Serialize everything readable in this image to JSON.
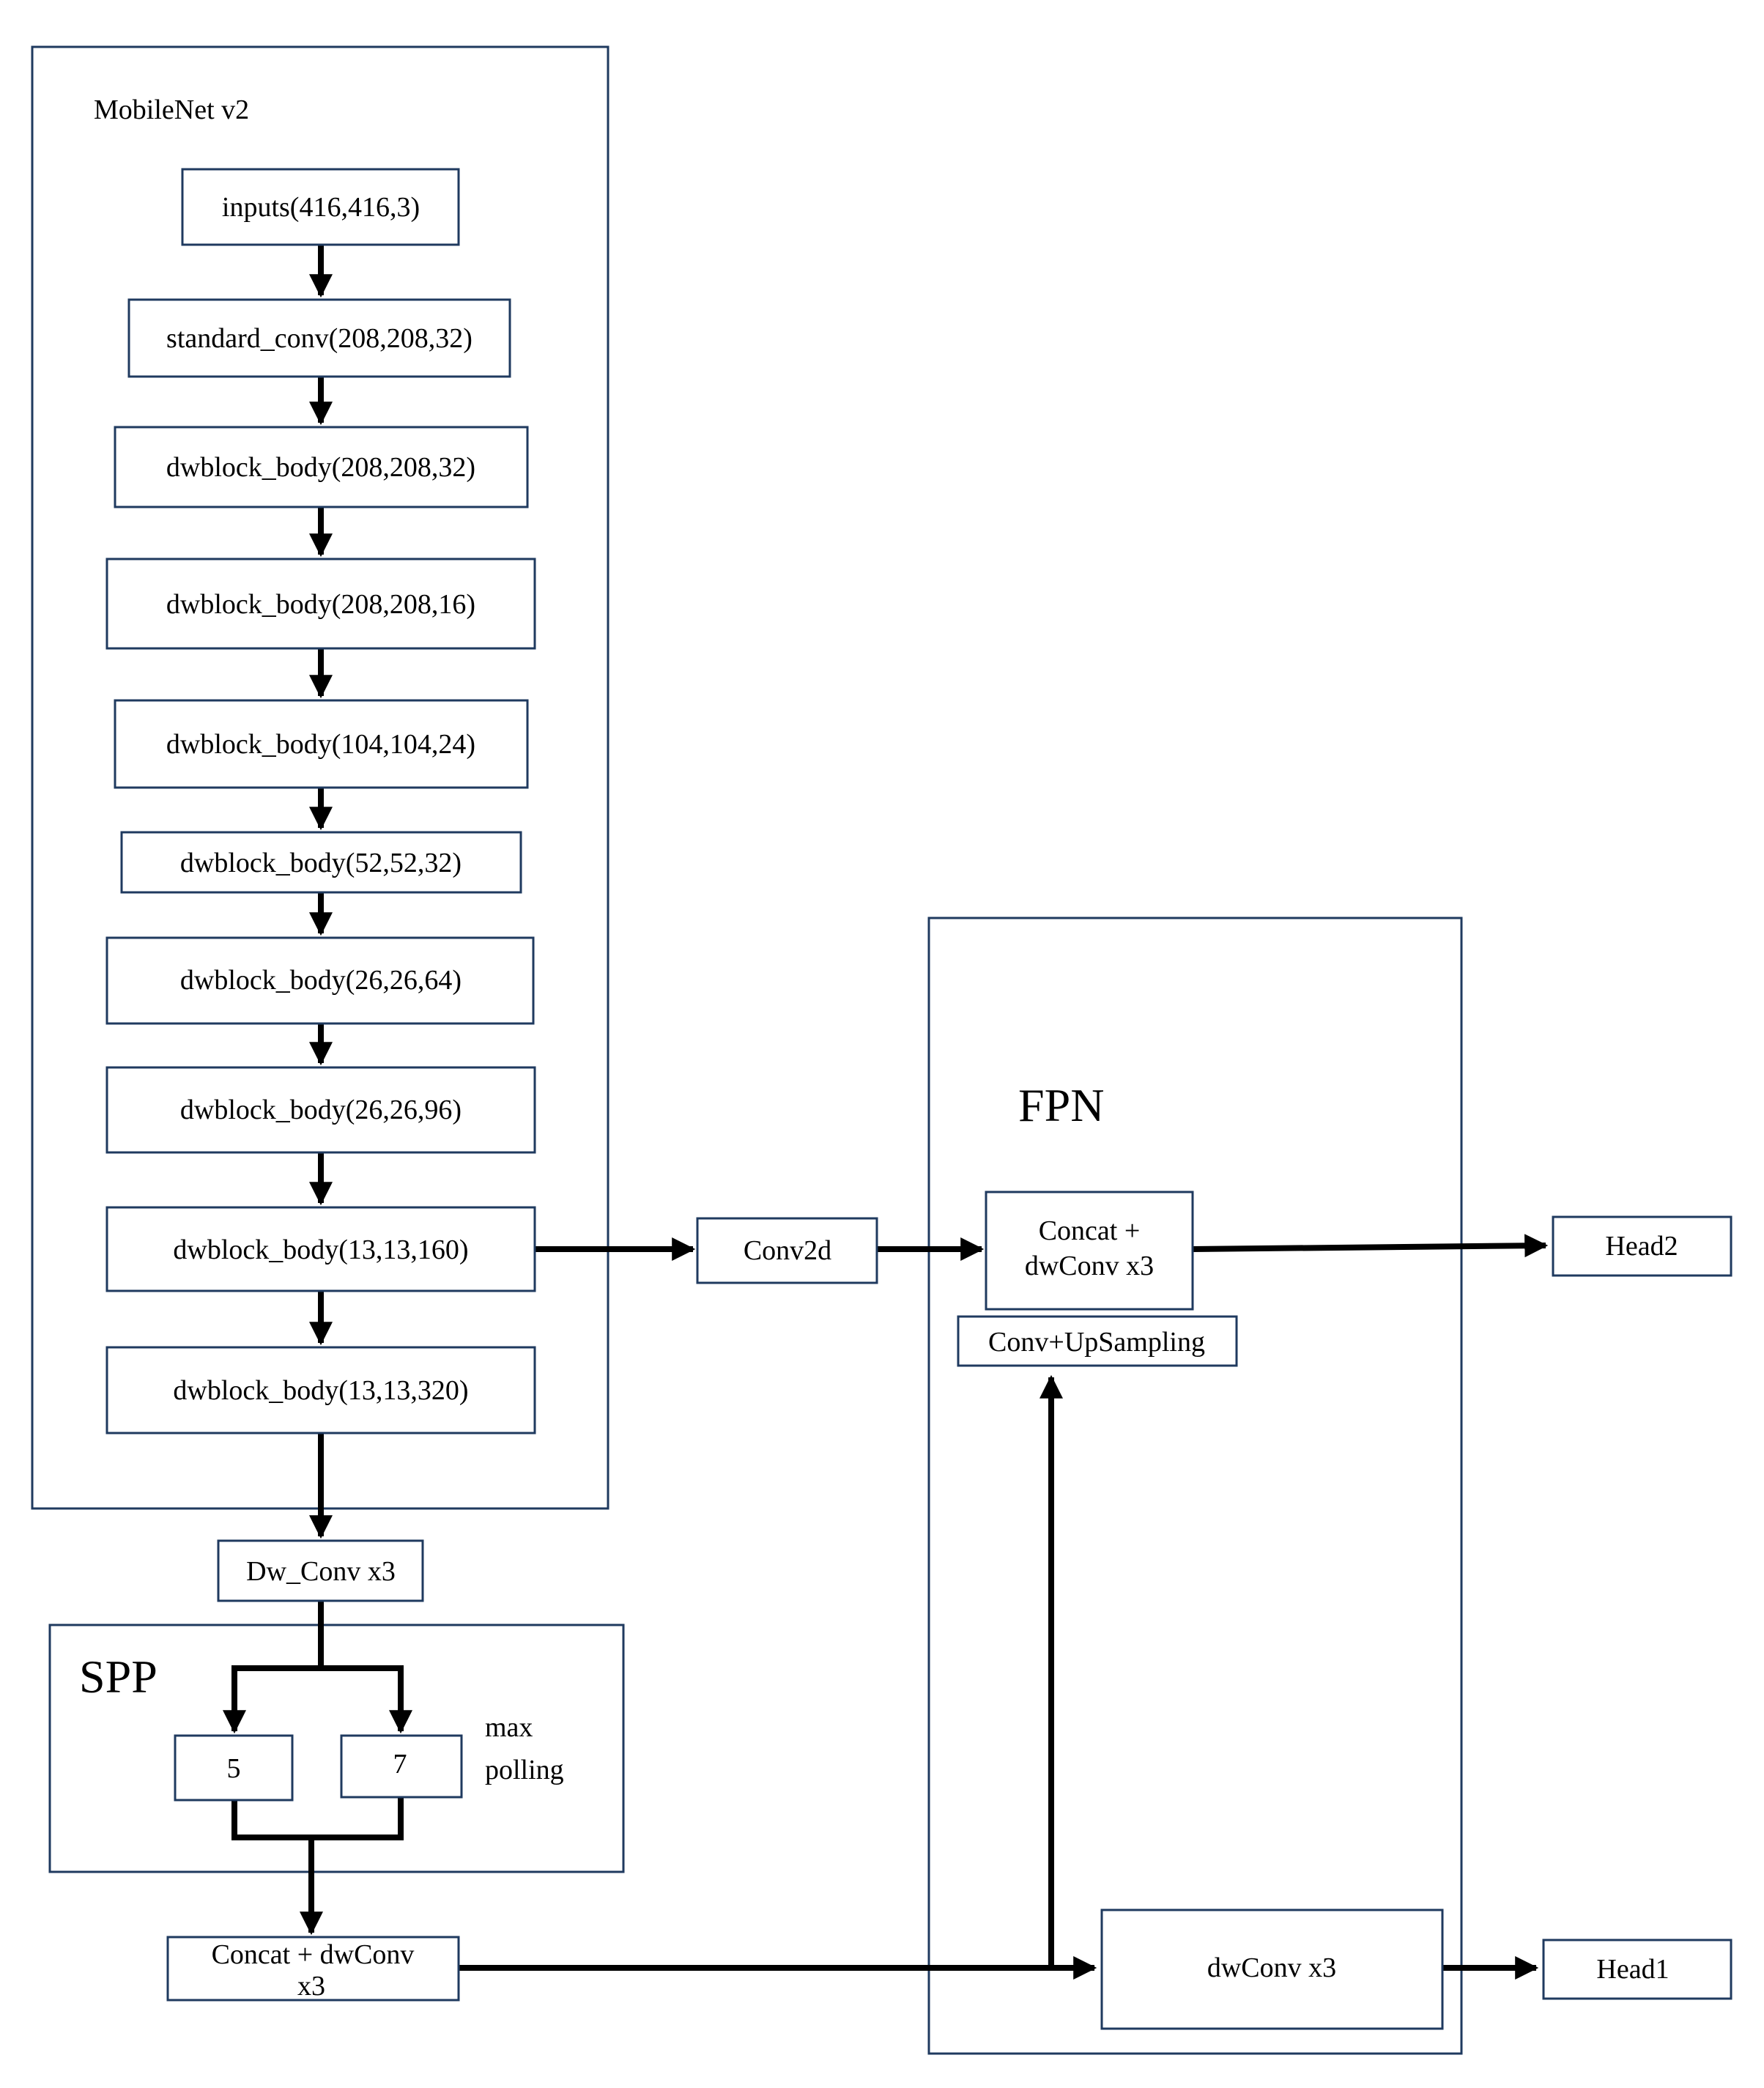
{
  "colors": {
    "box_stroke": "#1f3a5f",
    "arrow": "#000000",
    "background": "#ffffff"
  },
  "regions": {
    "mobilenet": {
      "label": "MobileNet v2"
    },
    "spp": {
      "label": "SPP",
      "side_note_line1": "max",
      "side_note_line2": "polling"
    },
    "fpn": {
      "label": "FPN"
    }
  },
  "nodes": {
    "inputs": "inputs(416,416,3)",
    "standard_conv": "standard_conv(208,208,32)",
    "dw1": "dwblock_body(208,208,32)",
    "dw2": "dwblock_body(208,208,16)",
    "dw3": "dwblock_body(104,104,24)",
    "dw4": "dwblock_body(52,52,32)",
    "dw5": "dwblock_body(26,26,64)",
    "dw6": "dwblock_body(26,26,96)",
    "dw7": "dwblock_body(13,13,160)",
    "dw8": "dwblock_body(13,13,320)",
    "dw_conv_x3": "Dw_Conv x3",
    "pool5": "5",
    "pool7": "7",
    "spp_concat_line1": "Concat + dwConv",
    "spp_concat_line2": "x3",
    "conv2d": "Conv2d",
    "fpn_concat_line1": "Concat +",
    "fpn_concat_line2": "dwConv x3",
    "conv_upsampling": "Conv+UpSampling",
    "fpn_dwconv": "dwConv x3",
    "head2": "Head2",
    "head1": "Head1"
  }
}
